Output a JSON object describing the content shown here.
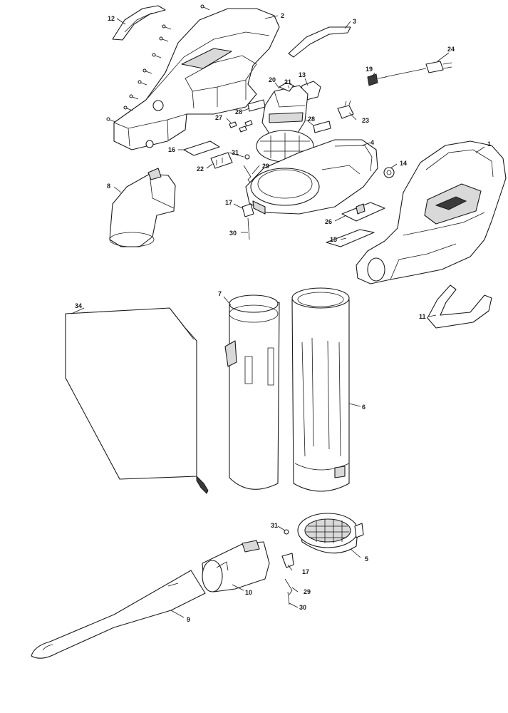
{
  "callouts": {
    "c1": "1",
    "c2": "2",
    "c3": "3",
    "c4": "4",
    "c5": "5",
    "c6": "6",
    "c7": "7",
    "c8": "8",
    "c9": "9",
    "c10": "10",
    "c11": "11",
    "c12": "12",
    "c13": "13",
    "c14": "14",
    "c15": "15",
    "c16": "16",
    "c17a": "17",
    "c17b": "17",
    "c19": "19",
    "c20": "20",
    "c21": "21",
    "c22": "22",
    "c23": "23",
    "c24": "24",
    "c26": "26",
    "c27": "27",
    "c28a": "28",
    "c28b": "28",
    "c29a": "29",
    "c29b": "29",
    "c30a": "30",
    "c30b": "30",
    "c31a": "31",
    "c31b": "31",
    "c34": "34"
  },
  "colors": {
    "line": "#1a1a1a",
    "fill": "#ffffff",
    "shade": "#d9d9d9",
    "dark": "#3a3a3a"
  }
}
